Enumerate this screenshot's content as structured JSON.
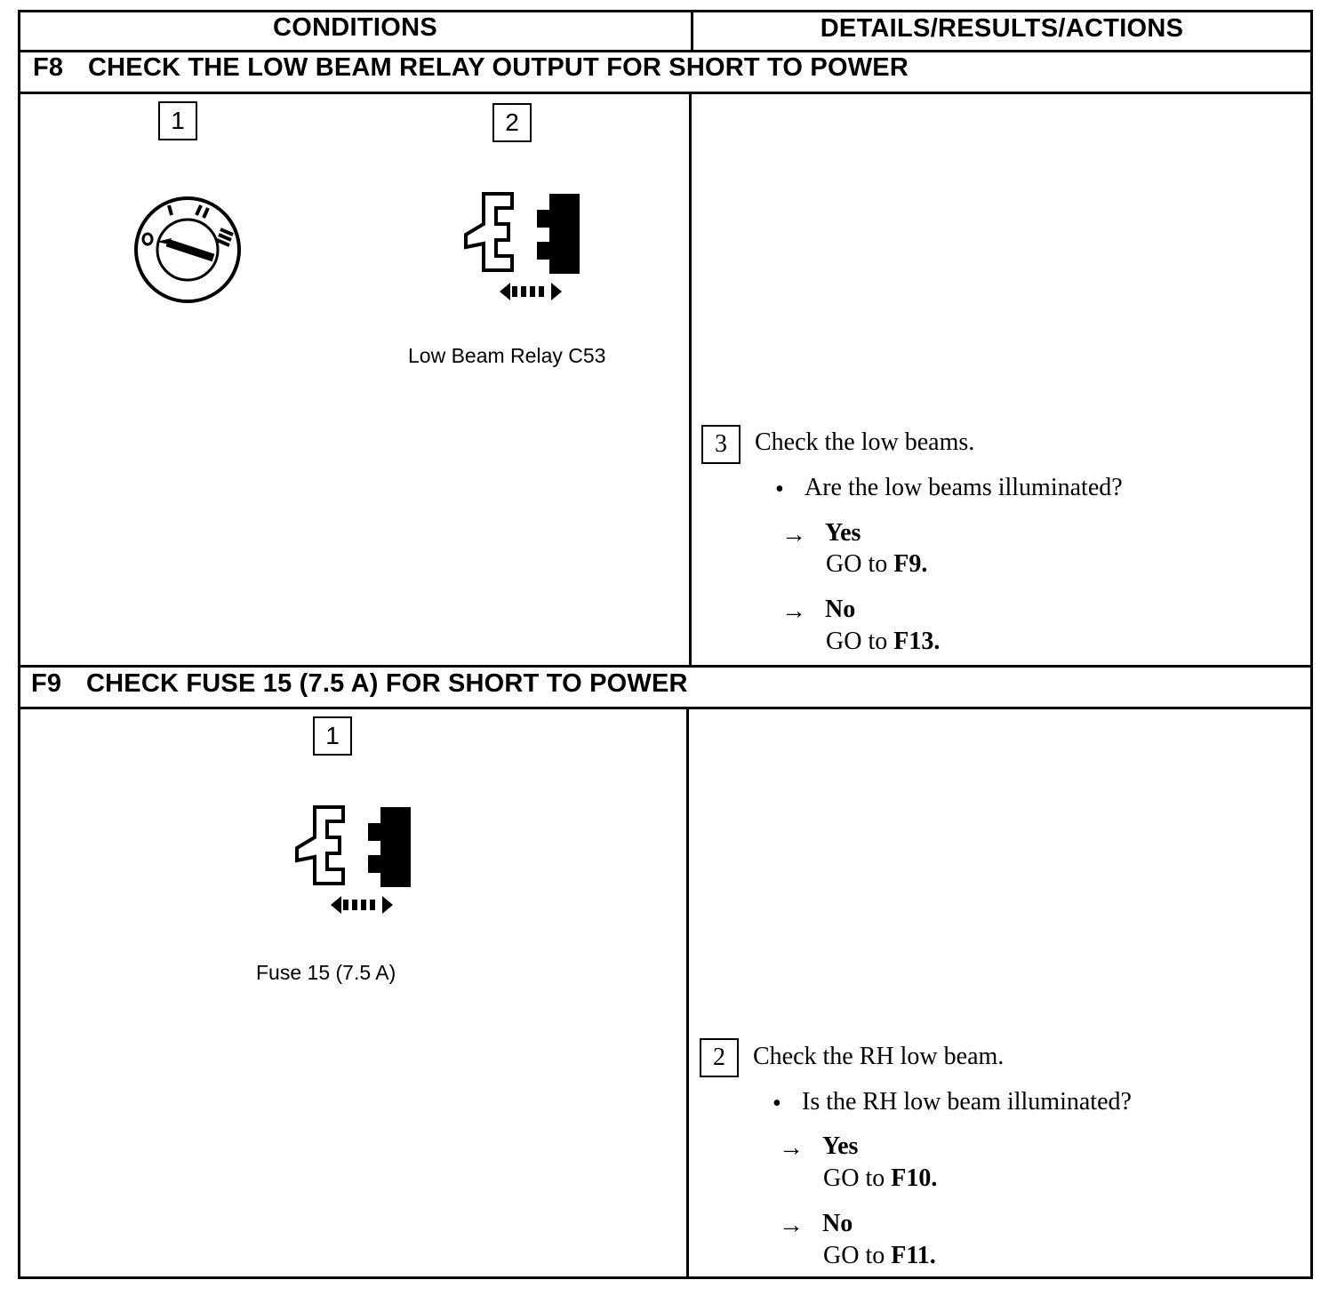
{
  "header": {
    "conditions": "CONDITIONS",
    "details": "DETAILS/RESULTS/ACTIONS"
  },
  "f8": {
    "code": "F8",
    "title": "CHECK THE LOW BEAM RELAY OUTPUT FOR SHORT TO POWER",
    "step1": "1",
    "step1_icon": "ignition-switch-off-icon",
    "step2": "2",
    "step2_icon": "disconnect-connector-icon",
    "step2_caption": "Low Beam Relay C53",
    "step3": "3",
    "step3_text": "Check the low beams.",
    "question": "Are the low beams illuminated?",
    "yes_label": "Yes",
    "yes_go": "GO to ",
    "yes_target": "F9.",
    "no_label": "No",
    "no_go": "GO to ",
    "no_target": "F13."
  },
  "f9": {
    "code": "F9",
    "title": "CHECK FUSE 15 (7.5 A) FOR SHORT TO POWER",
    "step1": "1",
    "step1_icon": "disconnect-connector-icon",
    "step1_caption": "Fuse 15 (7.5 A)",
    "step2": "2",
    "step2_text": "Check the RH low beam.",
    "question": "Is the RH low beam illuminated?",
    "yes_label": "Yes",
    "yes_go": "GO to ",
    "yes_target": "F10.",
    "no_label": "No",
    "no_go": "GO to ",
    "no_target": "F11."
  },
  "symbols": {
    "bullet": "•",
    "arrow": "→"
  }
}
